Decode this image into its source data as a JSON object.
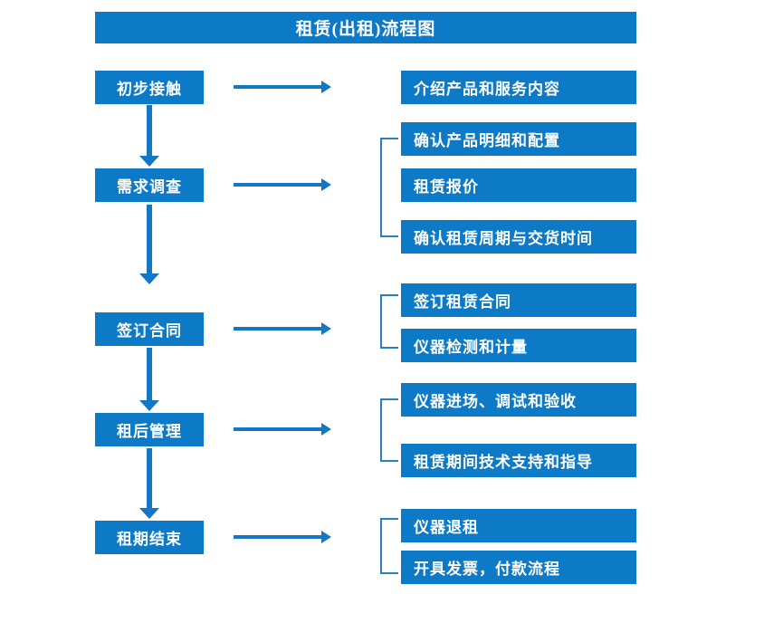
{
  "colors": {
    "accent": "#0C7AC7",
    "connector": "#1277C4",
    "bracket": "#2A7FC4",
    "text_on_accent": "#FFFFFF",
    "background": "#FFFFFF"
  },
  "chart_data": {
    "type": "diagram",
    "title": "租赁(出租)流程图",
    "stages": [
      {
        "label": "初步接触",
        "details": [
          "介绍产品和服务内容"
        ]
      },
      {
        "label": "需求调查",
        "details": [
          "确认产品明细和配置",
          "租赁报价",
          "确认租赁周期与交货时间"
        ]
      },
      {
        "label": "签订合同",
        "details": [
          "签订租赁合同",
          "仪器检测和计量"
        ]
      },
      {
        "label": "租后管理",
        "details": [
          "仪器进场、调试和验收",
          "租赁期间技术支持和指导"
        ]
      },
      {
        "label": "租期结束",
        "details": [
          "仪器退租",
          "开具发票，付款流程"
        ]
      }
    ]
  },
  "diagram": {
    "title": "租赁(出租)流程图",
    "stage_1": {
      "label": "初步接触",
      "detail_1": "介绍产品和服务内容"
    },
    "stage_2": {
      "label": "需求调查",
      "detail_1": "确认产品明细和配置",
      "detail_2": "租赁报价",
      "detail_3": "确认租赁周期与交货时间"
    },
    "stage_3": {
      "label": "签订合同",
      "detail_1": "签订租赁合同",
      "detail_2": "仪器检测和计量"
    },
    "stage_4": {
      "label": "租后管理",
      "detail_1": "仪器进场、调试和验收",
      "detail_2": "租赁期间技术支持和指导"
    },
    "stage_5": {
      "label": "租期结束",
      "detail_1": "仪器退租",
      "detail_2": "开具发票，付款流程"
    }
  }
}
